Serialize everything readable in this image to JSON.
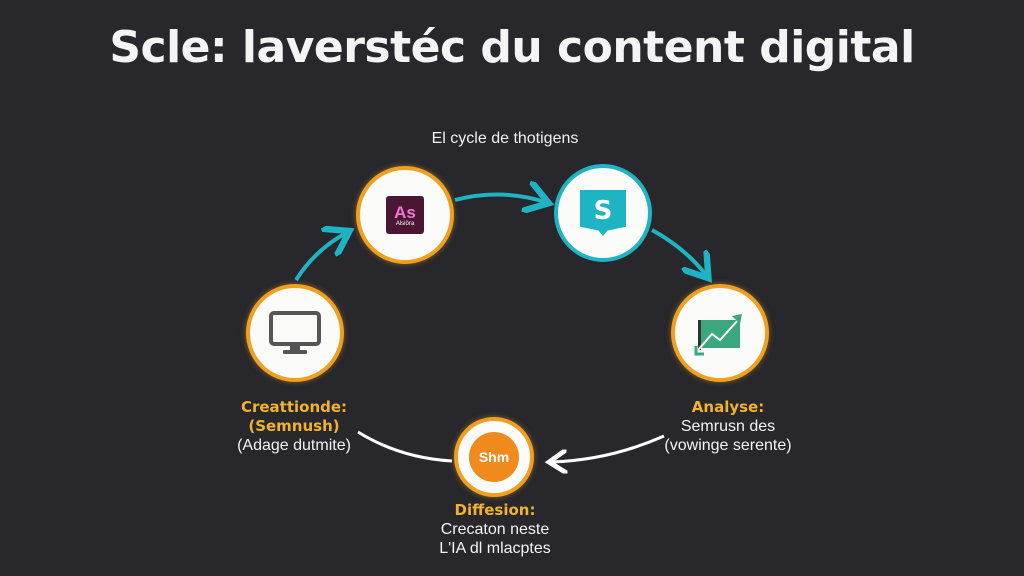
{
  "title": "Scle: laverstéc du content digital",
  "subtitle": "El cycle de thotigens",
  "colors": {
    "background": "#27272c",
    "accent_orange": "#f0a020",
    "accent_teal": "#1fb4c4",
    "heading": "#f2b22a"
  },
  "nodes": {
    "creation": {
      "icon": "monitor-icon"
    },
    "as": {
      "icon": "as-app-icon",
      "logo_text": "As",
      "logo_sub": "Alsiöra"
    },
    "s": {
      "icon": "s-shield-icon",
      "logo_text": "S"
    },
    "analyse": {
      "icon": "growth-chart-icon"
    },
    "diffusion": {
      "icon": "shm-badge-icon",
      "logo_text": "Shm"
    }
  },
  "labels": {
    "creation": {
      "head": "Creattionde:",
      "line1": "(Semnush)",
      "line2": "(Adage dutmite)"
    },
    "analyse": {
      "head": "Analyse:",
      "line1": "Semrusn des",
      "line2": "(vowinge serente)"
    },
    "diffusion": {
      "head": "Diffesion:",
      "line1": "Crecaton neste",
      "line2": "L'IA dl mlacptes"
    }
  }
}
